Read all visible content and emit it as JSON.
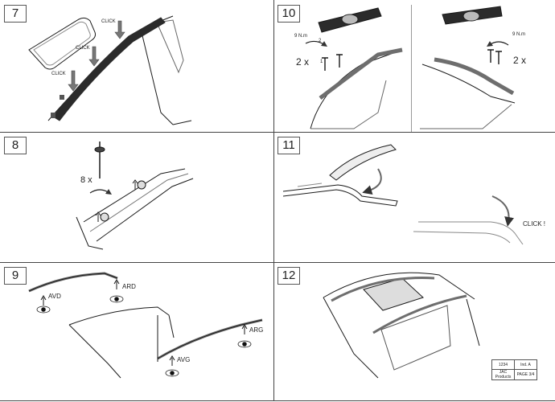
{
  "steps": [
    {
      "number": "7"
    },
    {
      "number": "10"
    },
    {
      "number": "8"
    },
    {
      "number": "11"
    },
    {
      "number": "9"
    },
    {
      "number": "12"
    }
  ],
  "step7": {
    "click_labels": [
      "CLICK",
      "CLICK",
      "CLICK"
    ]
  },
  "step10": {
    "torque_left": "9 N.m",
    "torque_right": "9 N.m",
    "qty_left": "2 x",
    "qty_right": "2 x",
    "marker_2": "2",
    "marker_1": "1"
  },
  "step8": {
    "qty": "8 x"
  },
  "step11": {
    "click_label": "CLICK !"
  },
  "step9": {
    "labels": {
      "avd": "AVD",
      "ard": "ARD",
      "avg": "AVG",
      "arg": "ARG"
    }
  },
  "ref_table": {
    "cells": [
      [
        "1234",
        "Ind. A"
      ],
      [
        "JAC Products",
        "PAGE 3/4"
      ]
    ]
  },
  "colors": {
    "line": "#1a1a1a",
    "rail_dark": "#2b2b2b",
    "rail_mid": "#6e6e6e",
    "border": "#444444"
  },
  "icons": [
    "arrow-down-icon",
    "rotate-arrow-icon",
    "eye-icon",
    "up-arrow-icon",
    "screw-icon"
  ]
}
